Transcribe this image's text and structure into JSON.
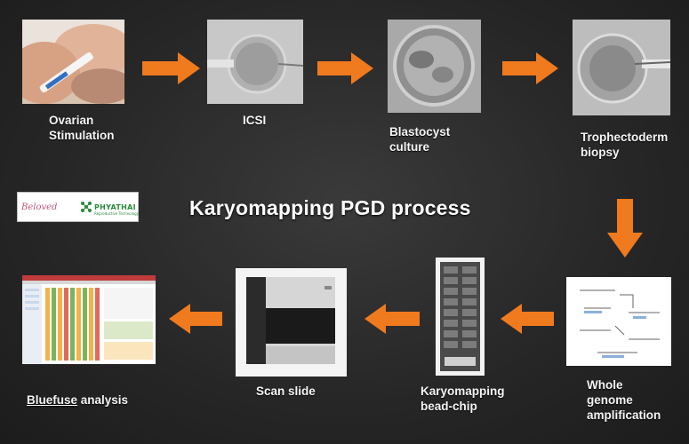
{
  "title": "Karyomapping PGD process",
  "logo": {
    "left_text": "Beloved",
    "right_text": "PHYATHAI",
    "right_sub": "Reproductive Technology"
  },
  "steps": [
    {
      "id": "ovarian-stimulation",
      "lines": [
        "Ovarian",
        "Stimulation"
      ]
    },
    {
      "id": "icsi",
      "lines": [
        "ICSI"
      ]
    },
    {
      "id": "blastocyst-culture",
      "lines": [
        "Blastocyst",
        "culture"
      ]
    },
    {
      "id": "trophectoderm-biopsy",
      "lines": [
        "Trophectoderm",
        "biopsy"
      ]
    },
    {
      "id": "whole-genome-amplification",
      "lines": [
        "Whole",
        "genome",
        "amplification"
      ]
    },
    {
      "id": "karyomapping-bead-chip",
      "lines": [
        "Karyomapping",
        "bead-chip"
      ]
    },
    {
      "id": "scan-slide",
      "lines": [
        "Scan slide"
      ]
    },
    {
      "id": "bluefuse-analysis",
      "lines": [
        "Bluefuse",
        " analysis"
      ]
    }
  ],
  "colors": {
    "arrow": "#f07a1e",
    "arrow_light": "#ffb347",
    "background": "#2a2a2a"
  }
}
